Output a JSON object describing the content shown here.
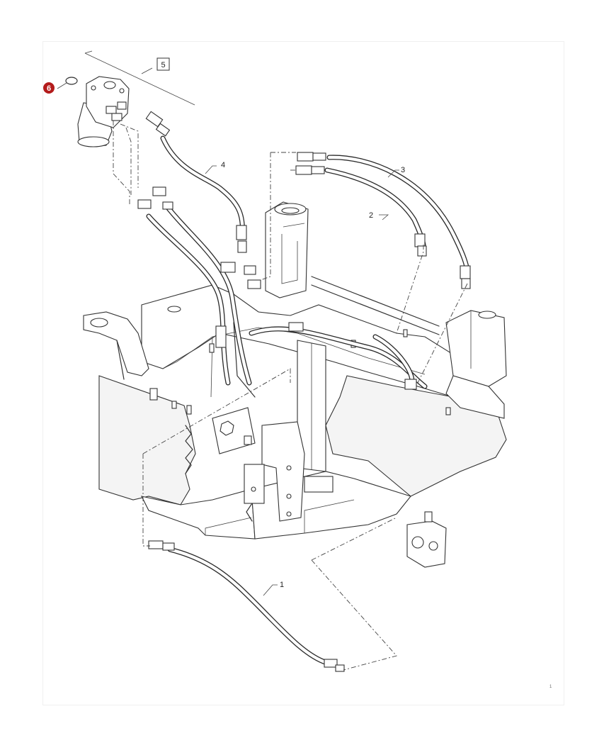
{
  "callouts": {
    "item_1": "1",
    "item_2": "2",
    "item_3": "3",
    "item_4": "4",
    "item_5": "5",
    "item_6": "6"
  },
  "highlight_color": "#b31b1b",
  "sheet_mark": "1"
}
